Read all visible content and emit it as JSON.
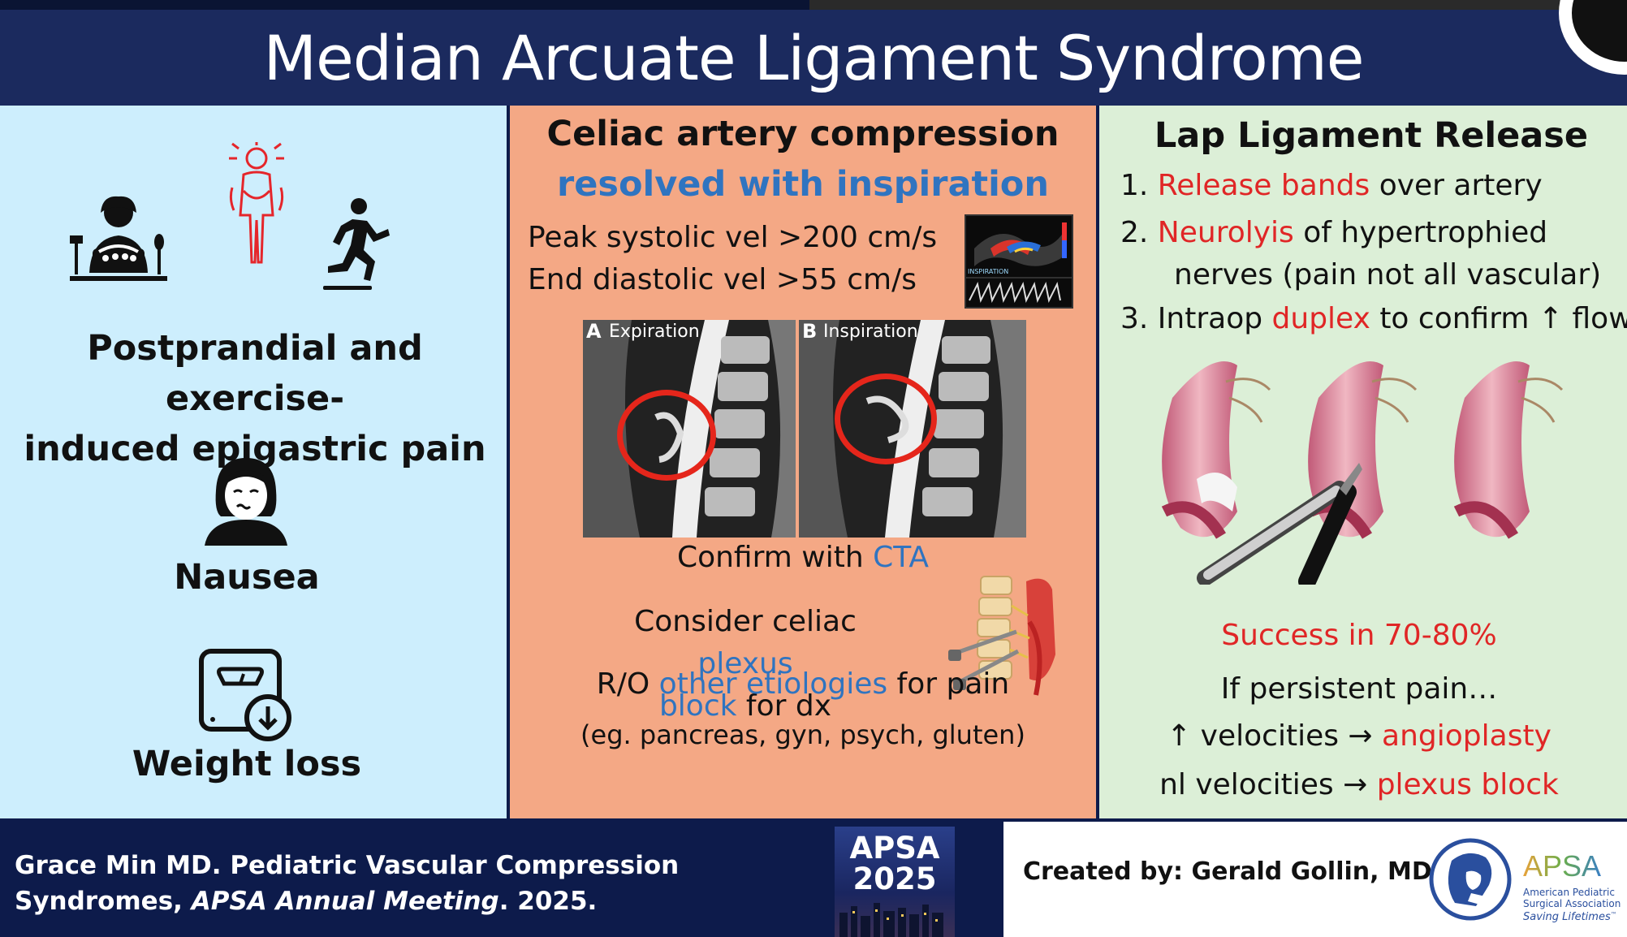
{
  "title": "Median Arcuate Ligament Syndrome",
  "panel_symptoms": {
    "icons": [
      "eating-person-icon",
      "abdominal-pain-person-icon",
      "running-person-icon",
      "nauseous-person-icon",
      "weight-scale-icon"
    ],
    "pain_line1": "Postprandial and exercise-",
    "pain_line2": "induced epigastric pain",
    "nausea": "Nausea",
    "weight_loss": "Weight loss"
  },
  "panel_diagnosis": {
    "heading_line1": "Celiac artery compression",
    "heading_line2": "resolved with inspiration",
    "psv": "Peak systolic vel >200 cm/s",
    "edv": "End diastolic vel >55 cm/s",
    "ultrasound_label": "INSPIRATION",
    "ct_a_letter": "A",
    "ct_a_label": "Expiration",
    "ct_b_letter": "B",
    "ct_b_label": "Inspiration",
    "confirm_prefix": "Confirm with ",
    "confirm_hl": "CTA",
    "consider_prefix": "Consider celiac ",
    "consider_hl1": "plexus",
    "consider_hl2": "block",
    "consider_suffix": " for dx",
    "ro_prefix": "R/O ",
    "ro_hl": "other etiologies",
    "ro_suffix": " for pain",
    "eg": "(eg. pancreas, gyn, psych, gluten)"
  },
  "panel_treatment": {
    "heading": "Lap Ligament Release",
    "s1_num": "1. ",
    "s1_hl": "Release bands",
    "s1_rest": " over artery",
    "s2_num": "2. ",
    "s2_hl": "Neurolyis",
    "s2_rest": " of hypertrophied",
    "s2_line2": "nerves (pain not all vascular)",
    "s3_num": "3. Intraop ",
    "s3_hl": "duplex",
    "s3_rest": " to confirm ↑ flow",
    "success": "Success in 70-80%",
    "persist": "If persistent pain…",
    "v1_pre": "↑ velocities → ",
    "v1_hl": "angioplasty",
    "v2_pre": "nl velocities → ",
    "v2_hl": "plexus block"
  },
  "footer": {
    "citation_line1": "Grace Min MD. Pediatric Vascular Compression",
    "citation_line2_pre": "Syndromes, ",
    "citation_line2_it": "APSA Annual Meeting",
    "citation_line2_post": ". 2025.",
    "badge_line1": "APSA",
    "badge_line2": "2025",
    "created_by": "Created by: Gerald Gollin, MD",
    "logo_text": "APSA",
    "logo_sub1": "American Pediatric",
    "logo_sub2": "Surgical Association",
    "logo_tag": "Saving Lifetimes",
    "logo_tm": "™"
  },
  "colors": {
    "header_bg": "#1b2a5e",
    "symptoms_bg": "#cdeefd",
    "diagnosis_bg": "#f4a885",
    "treatment_bg": "#dcefd7",
    "highlight_red": "#e02626",
    "highlight_blue": "#2f74c0"
  }
}
